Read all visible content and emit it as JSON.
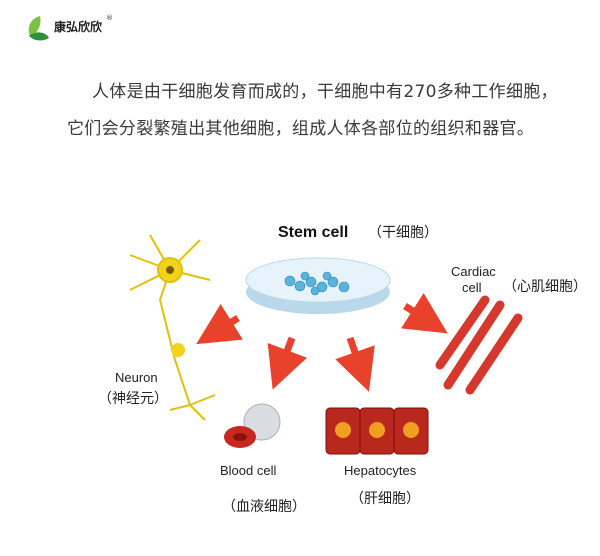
{
  "logo": {
    "brand_name": "康弘欣欣",
    "registered_mark": "®"
  },
  "intro": {
    "line1": "人体是由干细胞发育而成的，干细胞中有270多种工作细胞，",
    "line2": "它们会分裂繁殖出其他细胞，组成人体各部位的组织和器官。"
  },
  "diagram": {
    "stem_cell": {
      "en": "Stem cell",
      "cn": "（干细胞）"
    },
    "cardiac": {
      "en_line1": "Cardiac",
      "en_line2": "cell",
      "cn": "（心肌细胞）"
    },
    "neuron": {
      "en": "Neuron",
      "cn": "（神经元）"
    },
    "blood": {
      "en": "Blood cell",
      "cn": "（血液细胞）"
    },
    "hepatocytes": {
      "en": "Hepatocytes",
      "cn": "（肝细胞）"
    },
    "colors": {
      "arrow": "#e8412c",
      "dish": "#cfe6f2",
      "neuron": "#f2d21a",
      "cardiac": "#d5382c",
      "hepatocyte": "#b8281c"
    }
  }
}
